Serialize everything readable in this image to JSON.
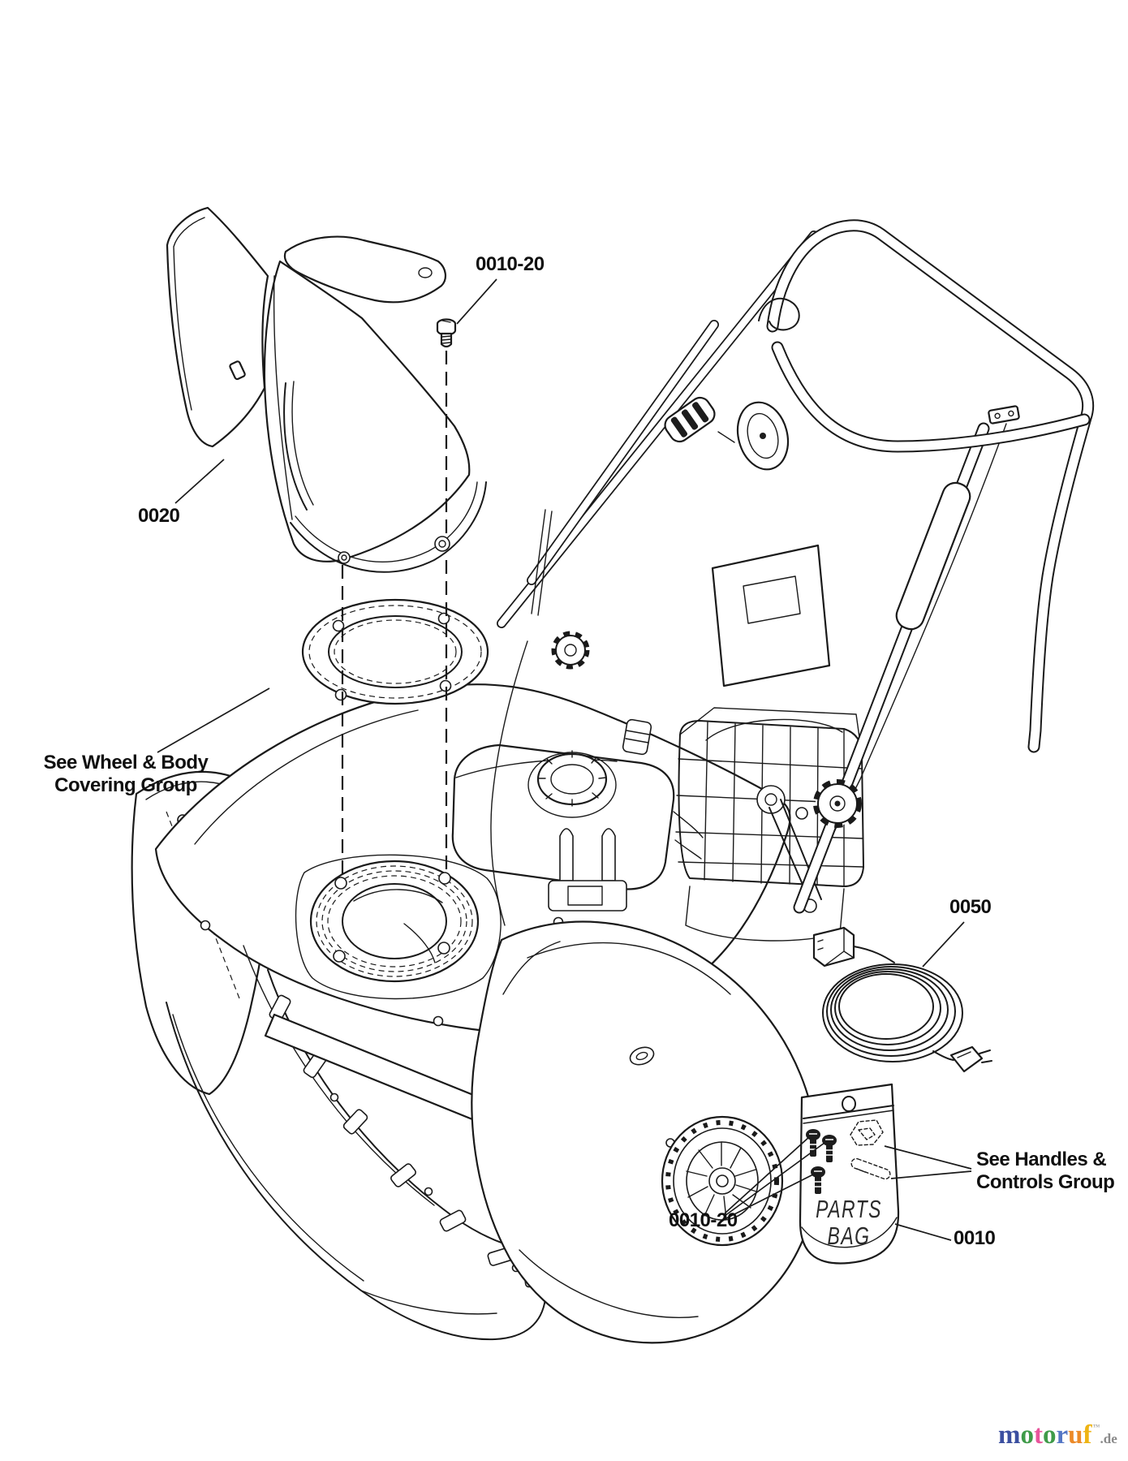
{
  "page": {
    "background": "#ffffff"
  },
  "colors": {
    "line": "#1a1a1a"
  },
  "labels": {
    "screw_callout": "0010-20",
    "chute_callout": "0020",
    "cord_callout": "0050",
    "bag_callout": "0010",
    "bag_hardware_callout": "0010-20"
  },
  "notes": {
    "wheel_body_group_line1": "See Wheel & Body",
    "wheel_body_group_line2": "Covering Group",
    "handles_group_line1": "See Handles &",
    "handles_group_line2": "Controls Group"
  },
  "parts_bag": {
    "label_line1": "PARTS",
    "label_line2": "BAG"
  },
  "watermark": {
    "letters": [
      {
        "ch": "m",
        "color": "#3b4fa0"
      },
      {
        "ch": "o",
        "color": "#3f9b49"
      },
      {
        "ch": "t",
        "color": "#e8549b"
      },
      {
        "ch": "o",
        "color": "#3f9b49"
      },
      {
        "ch": "r",
        "color": "#5577c5"
      },
      {
        "ch": "u",
        "color": "#ec8a28"
      },
      {
        "ch": "f",
        "color": "#eeb414"
      }
    ],
    "trademark": "™",
    "suffix": ".de",
    "suffix_color": "#8a8a8a"
  }
}
